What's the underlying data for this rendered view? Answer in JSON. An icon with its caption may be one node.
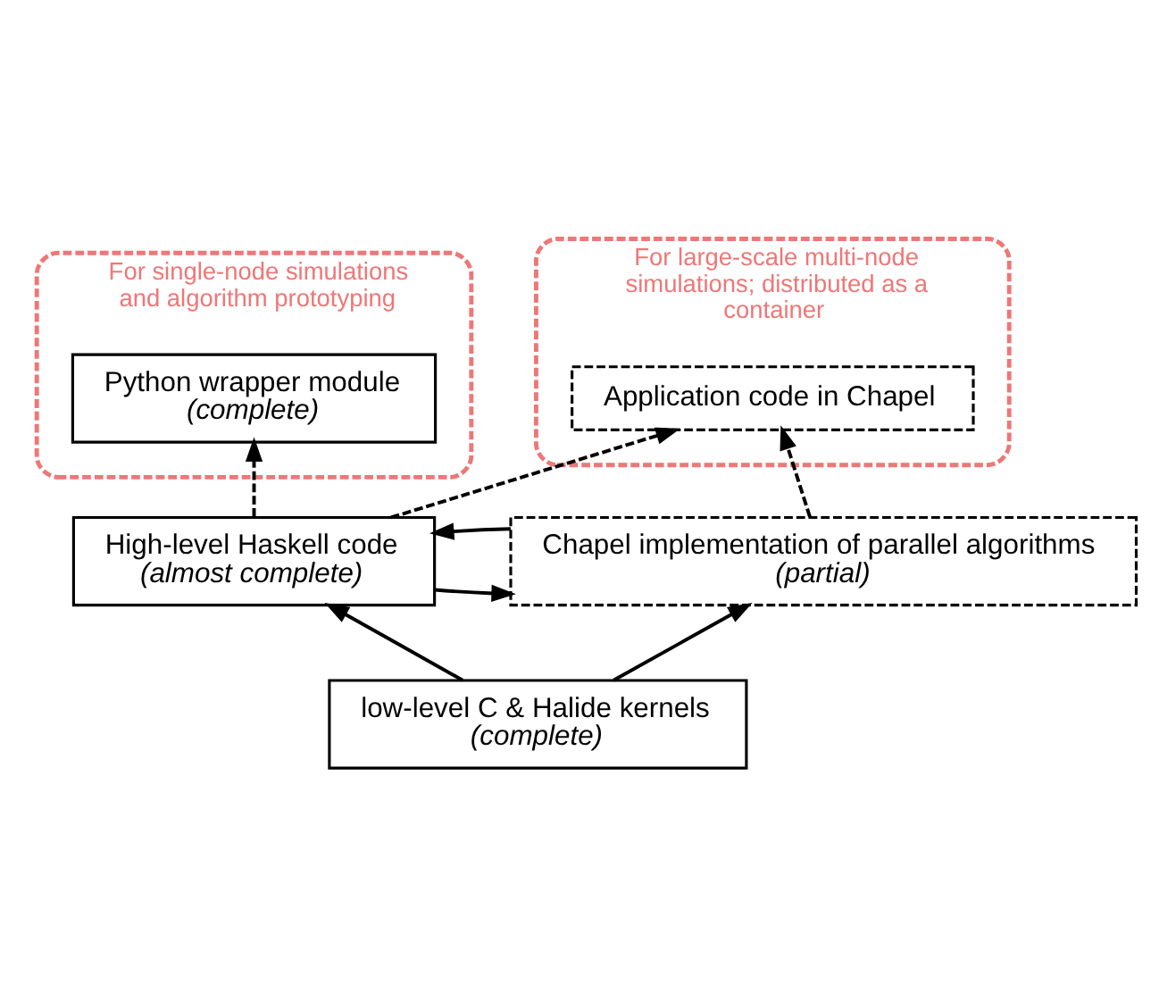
{
  "diagram": {
    "nodes": [
      {
        "text": [
          "For single-node simulations and algorithm prototyping"
        ]
      },
      {
        "text": [
          "Python wrapper module",
          "(complete)"
        ],
        "in": 0
      },
      {
        "text": [
          "For large-scale multi-node simulations; distributed as a container"
        ]
      },
      {
        "text": [
          "Application code in Chapel"
        ],
        "in": 2
      },
      {
        "text": [
          "High-level Haskell code",
          "(almost complete)"
        ]
      },
      {
        "text": [
          "Chapel implementation of parallel algorithms",
          "(partial)"
        ]
      },
      {
        "text": [
          "low-level C & Halide kernels",
          "(complete)"
        ]
      }
    ],
    "edges": [
      {
        "from": 4,
        "to": 1,
        "arrow": "to",
        "style": "dashed"
      },
      {
        "from": 4,
        "to": 3,
        "arrow": "to",
        "style": "dashed"
      },
      {
        "from": 5,
        "to": 3,
        "arrow": "to",
        "style": "dashed"
      },
      {
        "from": 5,
        "to": 4,
        "arrow": "to"
      },
      {
        "from": 4,
        "to": 5,
        "arrow": "to"
      },
      {
        "from": 6,
        "to": 4,
        "arrow": "to"
      },
      {
        "from": 6,
        "to": 5,
        "arrow": "to"
      }
    ]
  }
}
